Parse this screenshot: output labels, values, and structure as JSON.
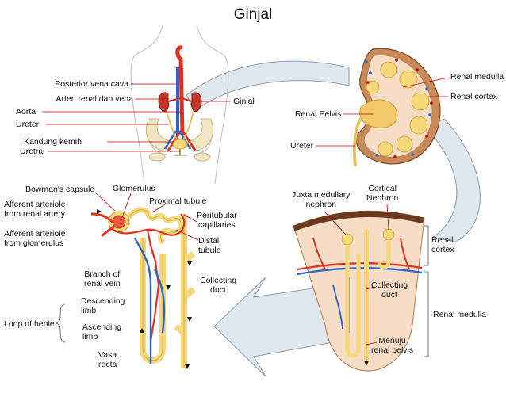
{
  "title": "Ginjal",
  "body_labels": {
    "posterior_vena_cava": "Posterior vena cava",
    "renal_artery_vein": "Arteri renal dan vena",
    "aorta": "Aorta",
    "ureter": "Ureter",
    "bladder": "Kandung kemih",
    "urethra": "Uretra",
    "kidney": "Ginjal"
  },
  "kidney_labels": {
    "renal_medulla": "Renal medulla",
    "renal_cortex": "Renal cortex",
    "renal_pelvis": "Renal Pelvis",
    "ureter": "Ureter"
  },
  "nephron_labels": {
    "bowmans_capsule": "Bowman's capsule",
    "glomerulus": "Glomerulus",
    "proximal_tubule": "Proximal tubule",
    "afferent_line1": "Afferent arteriole",
    "afferent_line2": "from renal artery",
    "efferent_line1": "Afferent arteriole",
    "efferent_line2": "from glomerulus",
    "peritubular_line1": "Peritubular",
    "peritubular_line2": "capillaries",
    "distal_line1": "Distal",
    "distal_line2": "tubule",
    "branch_vein_line1": "Branch of",
    "branch_vein_line2": "renal vein",
    "collecting_line1": "Collecting",
    "collecting_line2": "duct",
    "descending_line1": "Descending",
    "descending_line2": "limb",
    "loop": "Loop of henle",
    "ascending_line1": "Ascending",
    "ascending_line2": "limb",
    "vasa_line1": "Vasa",
    "vasa_line2": "recta"
  },
  "section_labels": {
    "juxta_line1": "Juxta medullary",
    "juxta_line2": "nephron",
    "cortical_line1": "Cortical",
    "cortical_line2": "Nephron",
    "renal_cortex_line1": "Renal",
    "renal_cortex_line2": "cortex",
    "collecting_line1": "Collecting",
    "collecting_line2": "duct",
    "renal_medulla": "Renal medulla",
    "pelvis_line1": "Menuju",
    "pelvis_line2": "renal pelvis"
  },
  "colors": {
    "artery": "#e0301e",
    "vein": "#2a62c8",
    "tubule": "#f6d77a",
    "tubule_edge": "#c9a038",
    "kidney_outer": "#c98a5a",
    "cortex_fill": "#f7ddc6",
    "arrow_fill": "#dfe7ef",
    "arrow_edge": "#8b9bab"
  }
}
